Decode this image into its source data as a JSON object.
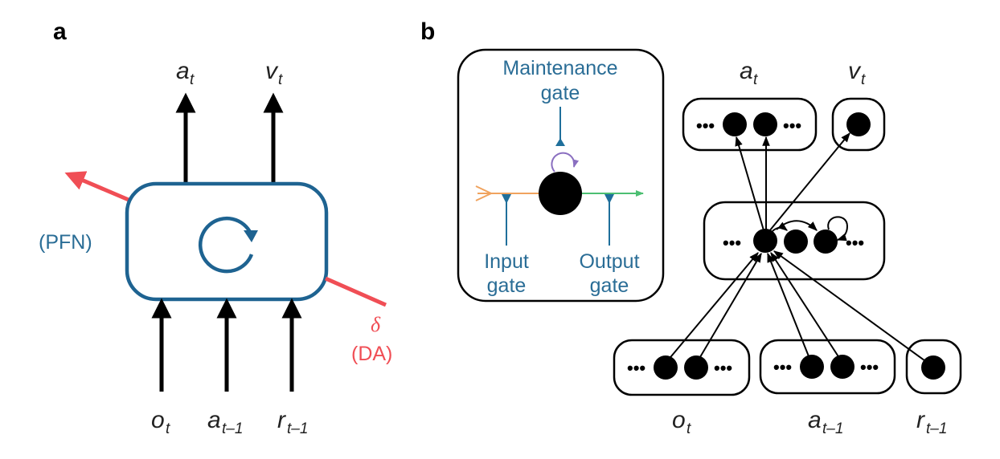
{
  "panel_a": {
    "label": "a",
    "outputs": [
      {
        "main": "a",
        "sub": "t"
      },
      {
        "main": "v",
        "sub": "t"
      }
    ],
    "inputs": [
      {
        "main": "o",
        "sub": "t"
      },
      {
        "main": "a",
        "sub": "t–1"
      },
      {
        "main": "r",
        "sub": "t–1"
      }
    ],
    "network_label": "(PFN)",
    "signal_symbol": "δ",
    "signal_label": "(DA)",
    "recurrence_icon": "circular-arrow-icon"
  },
  "panel_b": {
    "label": "b",
    "inset": {
      "maintenance_gate": [
        "Maintenance",
        "gate"
      ],
      "input_gate": [
        "Input",
        "gate"
      ],
      "output_gate": [
        "Output",
        "gate"
      ]
    },
    "outputs": [
      {
        "main": "a",
        "sub": "t"
      },
      {
        "main": "v",
        "sub": "t"
      }
    ],
    "inputs": [
      {
        "main": "o",
        "sub": "t"
      },
      {
        "main": "a",
        "sub": "t–1"
      },
      {
        "main": "r",
        "sub": "t–1"
      }
    ],
    "ellipsis": "•••"
  },
  "colors": {
    "network_blue": "#1e6391",
    "label_blue": "#2a6d96",
    "dopamine_red": "#f04e55",
    "input_orange": "#f0a35e",
    "output_green": "#4cbf72",
    "maintenance_purple": "#8a6fc0",
    "gate_blue": "#1f6f9b"
  }
}
